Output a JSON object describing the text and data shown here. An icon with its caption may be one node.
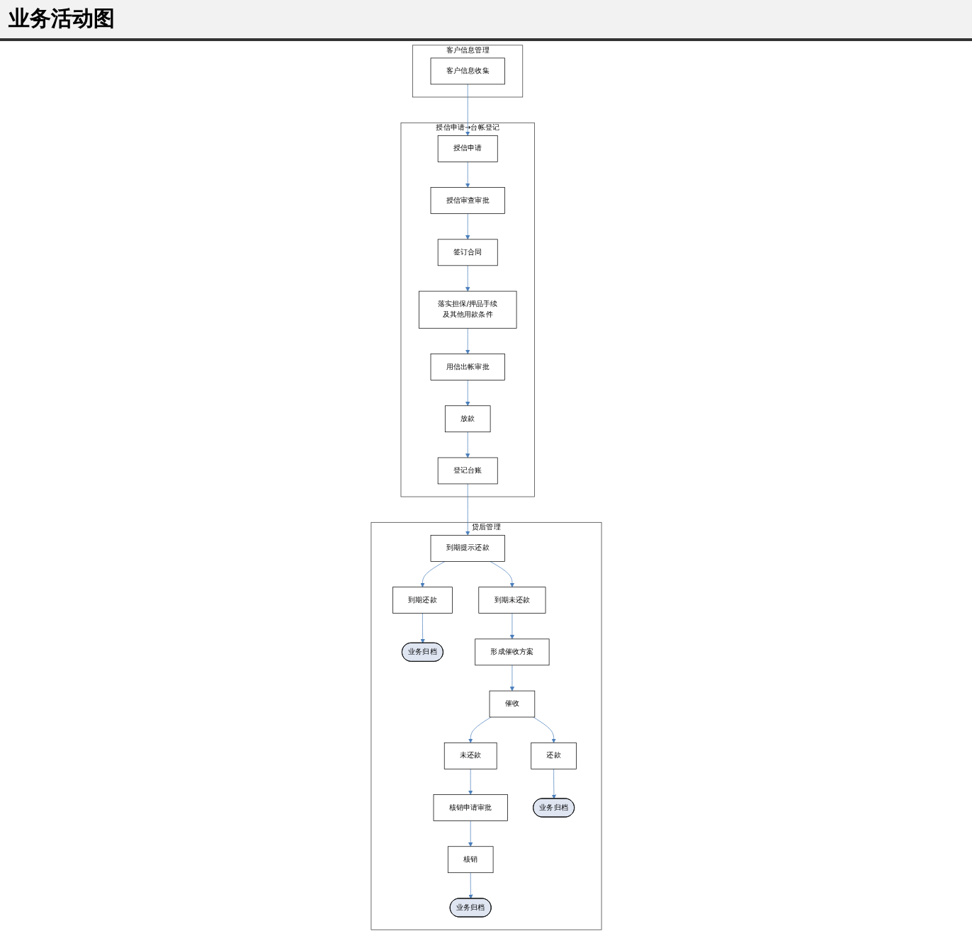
{
  "diagram": {
    "title": "业务活动图",
    "nodes": [
      {
        "text": [
          "客户信息管理"
        ]
      },
      {
        "text": [
          "客户信息收集"
        ],
        "in": 0
      },
      {
        "text": [
          "授信申请→台帐登记"
        ]
      },
      {
        "text": [
          "授信申请"
        ],
        "in": 2
      },
      {
        "text": [
          "授信审查审批"
        ],
        "in": 2
      },
      {
        "text": [
          "签订合同"
        ],
        "in": 2
      },
      {
        "text": [
          "落实担保/押品手续及其他用款条件"
        ],
        "in": 2
      },
      {
        "text": [
          "用信出帐审批"
        ],
        "in": 2
      },
      {
        "text": [
          "放款"
        ],
        "in": 2
      },
      {
        "text": [
          "登记台账"
        ],
        "in": 2
      },
      {
        "text": [
          "贷后管理"
        ]
      },
      {
        "text": [
          "到期提示还款"
        ],
        "in": 10
      },
      {
        "text": [
          "到期未还款"
        ],
        "in": 10
      },
      {
        "text": [
          "到期还款"
        ],
        "in": 10
      },
      {
        "text": [
          "业务归档"
        ],
        "in": 10
      },
      {
        "text": [
          "形成催收方案"
        ],
        "in": 10
      },
      {
        "text": [
          "催收"
        ],
        "in": 10
      },
      {
        "text": [
          "未还款"
        ],
        "in": 10
      },
      {
        "text": [
          "还款"
        ],
        "in": 10
      },
      {
        "text": [
          "核销申请审批"
        ],
        "in": 10
      },
      {
        "text": [
          "业务归档"
        ],
        "in": 10
      },
      {
        "text": [
          "核销"
        ],
        "in": 10
      },
      {
        "text": [
          "业务归档"
        ],
        "in": 10
      }
    ],
    "edges": [
      {
        "from": 1,
        "to": 3,
        "arrow": "to"
      },
      {
        "from": 3,
        "to": 4,
        "arrow": "to"
      },
      {
        "from": 4,
        "to": 5,
        "arrow": "to"
      },
      {
        "from": 5,
        "to": 6,
        "arrow": "to"
      },
      {
        "from": 6,
        "to": 7,
        "arrow": "to"
      },
      {
        "from": 7,
        "to": 8,
        "arrow": "to"
      },
      {
        "from": 8,
        "to": 9,
        "arrow": "to"
      },
      {
        "from": 9,
        "to": 11,
        "arrow": "to"
      },
      {
        "from": 11,
        "to": 12,
        "arrow": "to"
      },
      {
        "from": 11,
        "to": 13,
        "arrow": "to"
      },
      {
        "from": 13,
        "to": 14,
        "arrow": "to"
      },
      {
        "from": 12,
        "to": 15,
        "arrow": "to"
      },
      {
        "from": 15,
        "to": 16,
        "arrow": "to"
      },
      {
        "from": 16,
        "to": 17,
        "arrow": "to"
      },
      {
        "from": 16,
        "to": 18,
        "arrow": "to"
      },
      {
        "from": 18,
        "to": 20,
        "arrow": "to"
      },
      {
        "from": 17,
        "to": 19,
        "arrow": "to"
      },
      {
        "from": 19,
        "to": 21,
        "arrow": "to"
      },
      {
        "from": 21,
        "to": 22,
        "arrow": "to"
      }
    ]
  }
}
